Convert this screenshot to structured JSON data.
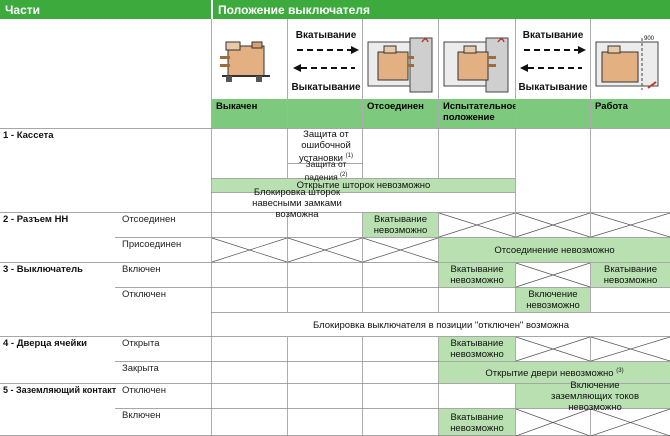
{
  "header": {
    "parts": "Части",
    "position": "Положение выключателя"
  },
  "columns": {
    "withdrawn": "Выкачен",
    "disconnected": "Отсоединен",
    "test": "Испытательное положение",
    "service": "Работа"
  },
  "transitions": {
    "rack_in": "Вкатывание",
    "rack_out": "Выкатывание"
  },
  "rows": {
    "cassette": "1 - Кассета",
    "lv_connector": "2 - Разъем НН",
    "breaker": "3 - Выключатель",
    "door": "4 - Дверца ячейки",
    "earthing": "5 - Заземляющий контакт"
  },
  "states": {
    "disconnected": "Отсоединен",
    "connected": "Присоединен",
    "on": "Включен",
    "off": "Отключен",
    "open": "Открыта",
    "closed": "Закрыта",
    "earth_off": "Отключен",
    "earth_on": "Включен"
  },
  "cells": {
    "misinsert_protection": "Защита от ошибочной установки",
    "misinsert_sup": "(1)",
    "fall_protection": "Защита от падения",
    "fall_sup": "(2)",
    "shutter_opening_impossible": "Открытие шторок невозможно",
    "shutter_padlock": "Блокировка шторок навесными замками возможна",
    "rackin_impossible": "Вкатывание невозможно",
    "disconnect_impossible": "Отсоединение невозможно",
    "closing_impossible": "Включение невозможно",
    "padlock_off": "Блокировка выключателя в позиции \"отключен\" возможна",
    "door_opening_impossible": "Открытие двери невозможно",
    "door_sup": "(3)",
    "earthing_closing_impossible": "Включение заземляющих токов невозможно"
  },
  "illustration": {
    "dimension": "900"
  }
}
